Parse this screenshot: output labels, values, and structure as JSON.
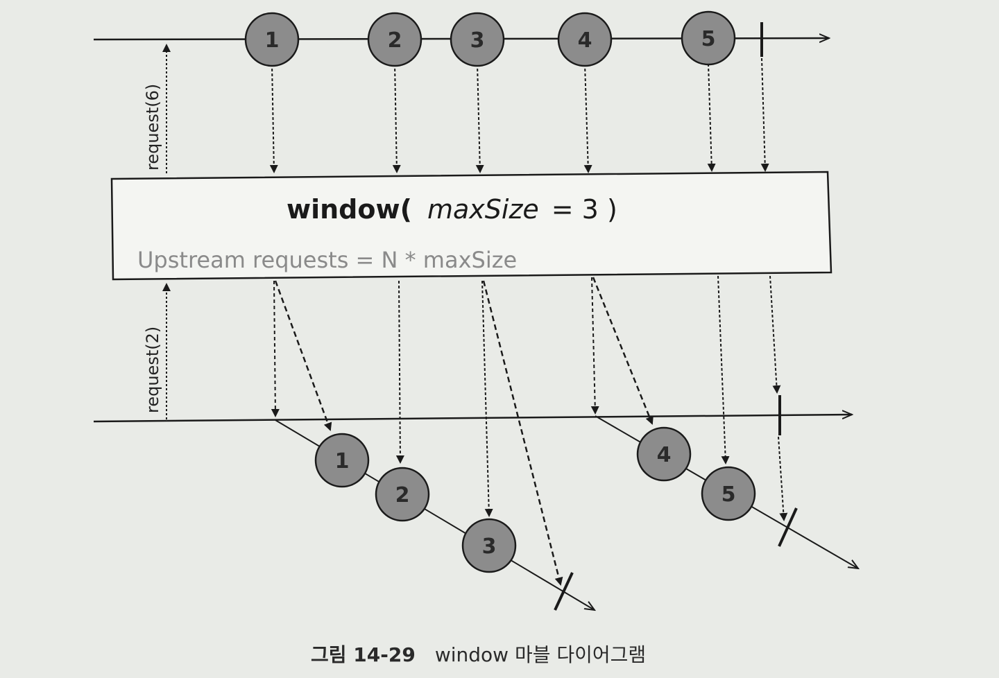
{
  "operator": {
    "name": "window(",
    "param": "maxSize",
    "assign": "= 3 )",
    "note": "Upstream requests = N * maxSize"
  },
  "requests": {
    "upstream": "request(6)",
    "downstream": "request(2)"
  },
  "source_marbles": [
    "1",
    "2",
    "3",
    "4",
    "5"
  ],
  "windows": [
    {
      "items": [
        "1",
        "2",
        "3"
      ]
    },
    {
      "items": [
        "4",
        "5"
      ]
    }
  ],
  "caption": {
    "figure": "그림 14-29",
    "text": "window 마블 다이어그램"
  },
  "colors": {
    "marble_fill": "#8c8c8c",
    "line": "#1a1a1a",
    "background": "#e9ebe7"
  }
}
